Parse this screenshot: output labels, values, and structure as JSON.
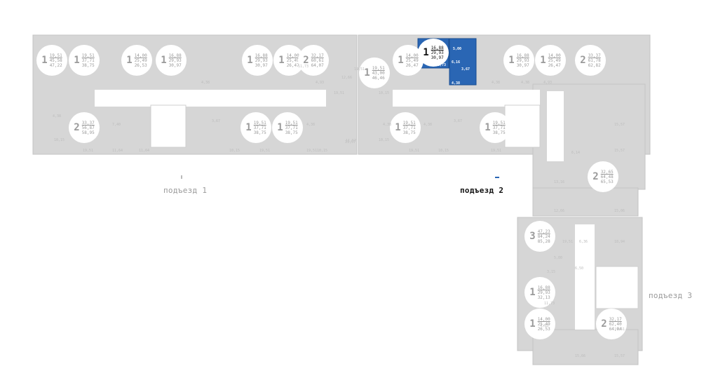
{
  "entrances": [
    {
      "label": "подъезд 1",
      "active": false
    },
    {
      "label": "подъезд 2",
      "active": true
    },
    {
      "label": "подъезд 3",
      "active": false
    }
  ],
  "colors": {
    "block": "#d6d6d6",
    "wall": "#c8c8c8",
    "corridor": "#ffffff",
    "selected": "#2a66b4",
    "text_muted": "#9a9a9a"
  },
  "apartments": [
    {
      "id": "a1",
      "rooms": "1",
      "areas": [
        "19,51",
        "45,58",
        "47,22"
      ],
      "selected": false
    },
    {
      "id": "a2",
      "rooms": "1",
      "areas": [
        "19,51",
        "37,71",
        "38,75"
      ],
      "selected": false
    },
    {
      "id": "a3",
      "rooms": "1",
      "areas": [
        "14,00",
        "25,49",
        "26,53"
      ],
      "selected": false
    },
    {
      "id": "a4",
      "rooms": "1",
      "areas": [
        "16,88",
        "29,93",
        "30,97"
      ],
      "selected": false
    },
    {
      "id": "a5",
      "rooms": "1",
      "areas": [
        "16,88",
        "29,93",
        "30,97"
      ],
      "selected": false
    },
    {
      "id": "a6",
      "rooms": "1",
      "areas": [
        "14,00",
        "25,49",
        "26,47"
      ],
      "selected": false
    },
    {
      "id": "a7",
      "rooms": "2",
      "areas": [
        "32,17",
        "60,61",
        "64,07"
      ],
      "selected": false
    },
    {
      "id": "a8",
      "rooms": "2",
      "areas": [
        "33,37",
        "56,87",
        "58,95"
      ],
      "selected": false
    },
    {
      "id": "a9",
      "rooms": "1",
      "areas": [
        "19,51",
        "37,71",
        "38,75"
      ],
      "selected": false
    },
    {
      "id": "a10",
      "rooms": "1",
      "areas": [
        "19,51",
        "37,71",
        "38,75"
      ],
      "selected": false
    },
    {
      "id": "a11",
      "rooms": "1",
      "areas": [
        "19,51",
        "43,00",
        "46,46"
      ],
      "selected": false
    },
    {
      "id": "a12",
      "rooms": "1",
      "areas": [
        "14,00",
        "25,49",
        "26,47"
      ],
      "selected": false
    },
    {
      "id": "a13",
      "rooms": "1",
      "areas": [
        "16,88",
        "29,93",
        "30,97"
      ],
      "selected": true
    },
    {
      "id": "a14",
      "rooms": "1",
      "areas": [
        "16,88",
        "29,93",
        "30,97"
      ],
      "selected": false
    },
    {
      "id": "a15",
      "rooms": "1",
      "areas": [
        "14,00",
        "25,49",
        "26,47"
      ],
      "selected": false
    },
    {
      "id": "a16",
      "rooms": "2",
      "areas": [
        "33,37",
        "61,78",
        "62,82"
      ],
      "selected": false
    },
    {
      "id": "a17",
      "rooms": "1",
      "areas": [
        "19,51",
        "37,71",
        "38,75"
      ],
      "selected": false
    },
    {
      "id": "a18",
      "rooms": "1",
      "areas": [
        "19,51",
        "37,71",
        "38,75"
      ],
      "selected": false
    },
    {
      "id": "a19",
      "rooms": "2",
      "areas": [
        "32,65",
        "64,48",
        "65,53"
      ],
      "selected": false
    },
    {
      "id": "a20",
      "rooms": "3",
      "areas": [
        "47,23",
        "84,24",
        "85,28"
      ],
      "selected": false
    },
    {
      "id": "a21",
      "rooms": "1",
      "areas": [
        "16,88",
        "29,93",
        "32,13"
      ],
      "selected": false
    },
    {
      "id": "a22",
      "rooms": "1",
      "areas": [
        "14,00",
        "25,49",
        "26,53"
      ],
      "selected": false
    },
    {
      "id": "a23",
      "rooms": "2",
      "areas": [
        "32,17",
        "62,40",
        "64,04"
      ],
      "selected": false
    }
  ],
  "rooms": [
    {
      "t": "10,15"
    },
    {
      "t": "19,51"
    },
    {
      "t": "11,64"
    },
    {
      "t": "11,64"
    },
    {
      "t": "7,40"
    },
    {
      "t": "4,38"
    },
    {
      "t": "3,67"
    },
    {
      "t": "4,38"
    },
    {
      "t": "10,15"
    },
    {
      "t": "19,51"
    },
    {
      "t": "19,51"
    },
    {
      "t": "10,15"
    },
    {
      "t": "4,38"
    },
    {
      "t": "11,57"
    },
    {
      "t": "12,66"
    },
    {
      "t": "4,38"
    },
    {
      "t": "10,15"
    },
    {
      "t": "19,51"
    },
    {
      "t": "10,15"
    },
    {
      "t": "19,51"
    },
    {
      "t": "4,38"
    },
    {
      "t": "3,67"
    },
    {
      "t": "4,38"
    },
    {
      "t": "10,15"
    },
    {
      "t": "19,51"
    },
    {
      "t": "19,51"
    },
    {
      "t": "11,57"
    },
    {
      "t": "15,57"
    },
    {
      "t": "15,57"
    },
    {
      "t": "6,14"
    },
    {
      "t": "13,16"
    },
    {
      "t": "15,06"
    },
    {
      "t": "12,66"
    },
    {
      "t": "19,51"
    },
    {
      "t": "6,36"
    },
    {
      "t": "18,94"
    },
    {
      "t": "5,00"
    },
    {
      "t": "6,50"
    },
    {
      "t": "3,15"
    },
    {
      "t": "11,73"
    },
    {
      "t": "4,93"
    },
    {
      "t": "19,51"
    },
    {
      "t": "15,66"
    },
    {
      "t": "15,57"
    },
    {
      "t": "4,38"
    },
    {
      "t": "4,93"
    },
    {
      "t": "4,93"
    },
    {
      "t": "11,73"
    },
    {
      "t": "5,00",
      "sel": true
    },
    {
      "t": "6,16",
      "sel": true
    },
    {
      "t": "4,38",
      "sel": true
    },
    {
      "t": "3,67",
      "sel": true
    },
    {
      "t": "11,73",
      "sel": true
    }
  ]
}
